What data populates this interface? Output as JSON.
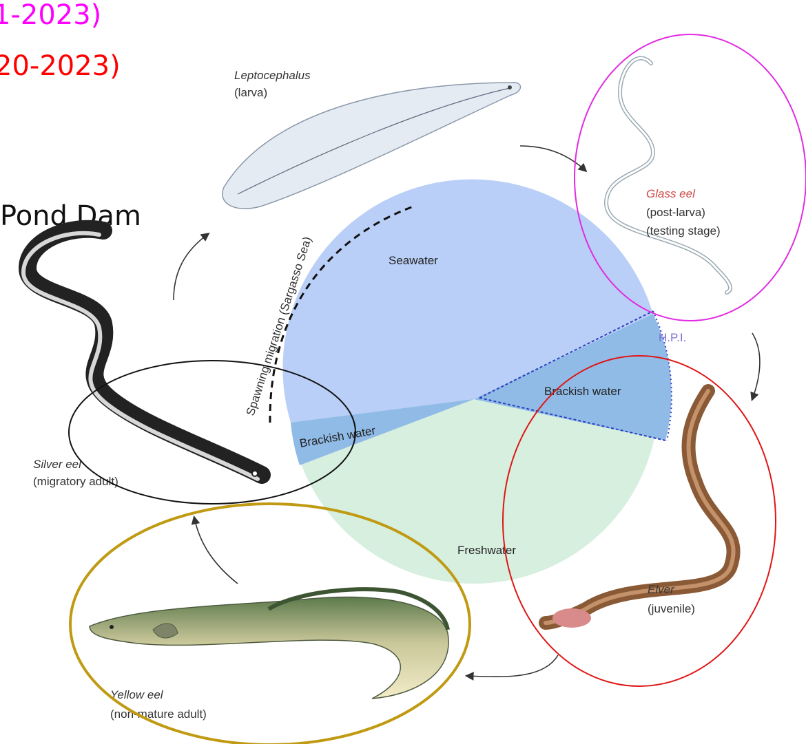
{
  "overlay_text": {
    "line1": "1-2023)",
    "line2": "20-2023)",
    "line3": "Pond Dam"
  },
  "colors": {
    "line1": "#ff00ff",
    "line2": "#ff0000",
    "line3": "#111111",
    "seawater": "#b9cff7",
    "brackish": "#8fbbe6",
    "freshwater": "#d6efdf",
    "glass_eel_label": "#d04a4a",
    "hpi_label": "#7b6fd6",
    "ring_magenta": "#e22ae2",
    "ring_red": "#e01515",
    "ring_black": "#111111",
    "ring_gold": "#c09a12"
  },
  "diagram": {
    "zones": {
      "seawater": "Seawater",
      "brackish_left": "Brackish water",
      "brackish_right": "Brackish water",
      "freshwater": "Freshwater"
    },
    "spawning_label": "Spawning migration (Sargasso Sea)",
    "hpi_label": "H.P.I.",
    "stages": {
      "leptocephalus": {
        "name": "Leptocephalus",
        "desc": "(larva)"
      },
      "glass_eel": {
        "name": "Glass eel",
        "desc": "(post-larva)",
        "desc2": "(testing stage)"
      },
      "elver": {
        "name": "Elver",
        "desc": "(juvenile)"
      },
      "yellow_eel": {
        "name": "Yellow eel",
        "desc": "(non-mature adult)"
      },
      "silver_eel": {
        "name": "Silver eel",
        "desc": "(migratory adult)"
      }
    }
  }
}
